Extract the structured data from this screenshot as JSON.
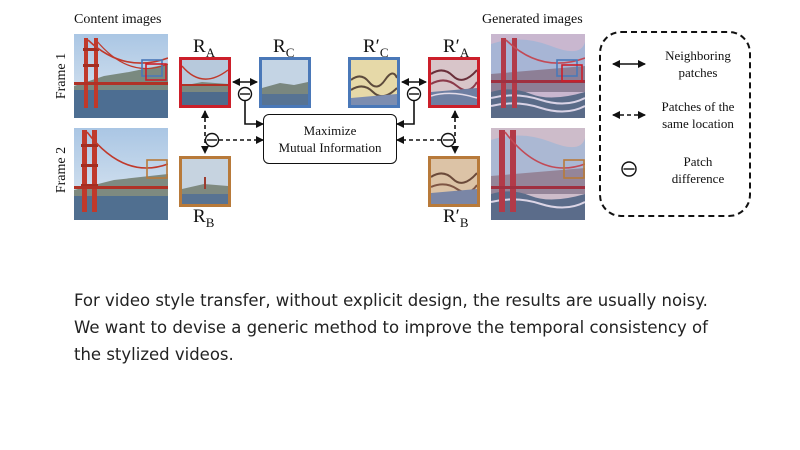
{
  "diagram": {
    "content_images_label": "Content images",
    "generated_images_label": "Generated images",
    "frame1_label": "Frame 1",
    "frame2_label": "Frame 2",
    "patches": {
      "ra": {
        "base": "R",
        "sub": "A"
      },
      "rc": {
        "base": "R",
        "sub": "C"
      },
      "rb": {
        "base": "R",
        "sub": "B"
      },
      "ra_prime": {
        "base": "R′",
        "sub": "A"
      },
      "rc_prime": {
        "base": "R′",
        "sub": "C"
      },
      "rb_prime": {
        "base": "R′",
        "sub": "B"
      }
    },
    "mmi_line1": "Maximize",
    "mmi_line2": "Mutual Information",
    "legend": {
      "neighboring_line1": "Neighboring",
      "neighboring_line2": "patches",
      "same_location_line1": "Patches of the",
      "same_location_line2": "same location",
      "difference_line1": "Patch",
      "difference_line2": "difference"
    },
    "colors": {
      "patch_a": "#cc1f2a",
      "patch_c": "#4a78b8",
      "patch_b": "#b87a3a"
    }
  },
  "caption": {
    "line1": "For video style transfer, without explicit design, the results are usually noisy.",
    "line2": "We want to devise a generic method to improve the temporal consistency of",
    "line3": "the stylized videos."
  }
}
